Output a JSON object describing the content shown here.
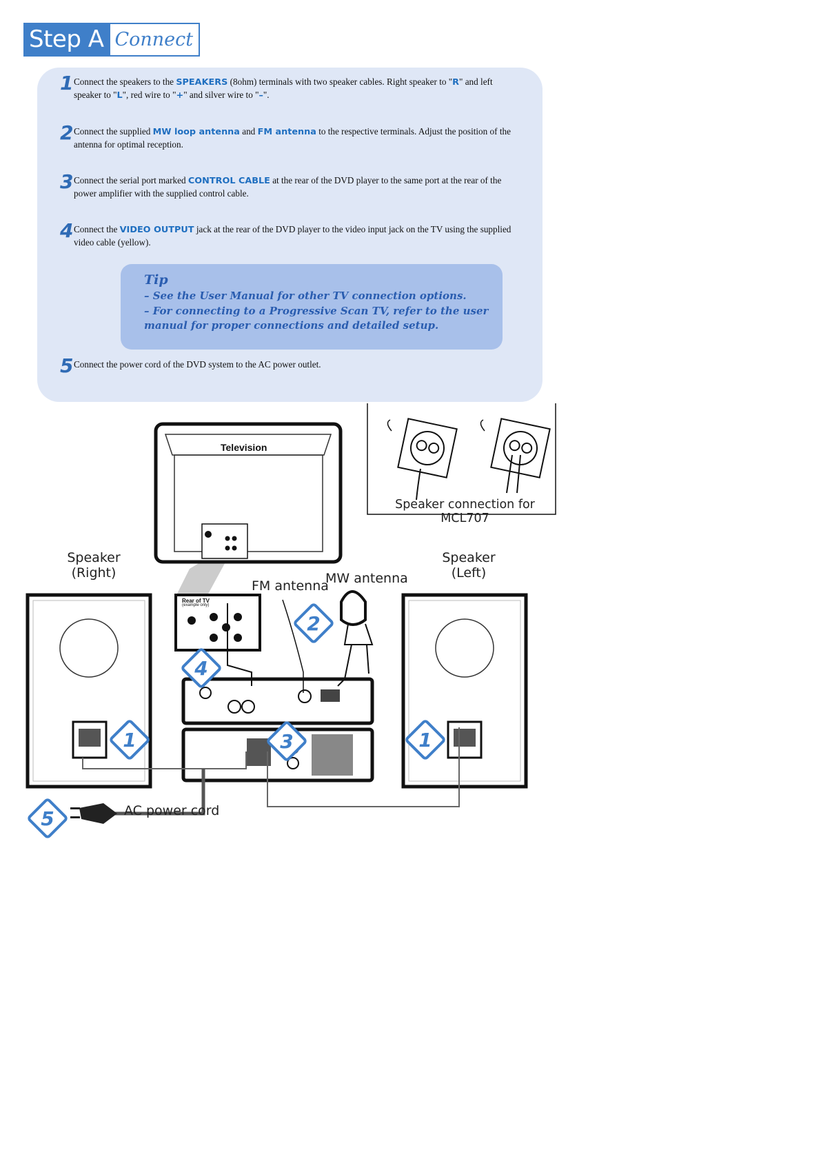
{
  "header": {
    "step": "Step A",
    "title": "Connect"
  },
  "steps": [
    {
      "num": "1",
      "parts": [
        "Connect the speakers to the ",
        "SPEAKERS",
        " (8ohm) terminals with two speaker cables. Right speaker to \"",
        "R",
        "\" and left speaker to \"",
        "L",
        "\", red wire to \"",
        "+",
        "\" and silver wire to \"",
        "–",
        "\"."
      ]
    },
    {
      "num": "2",
      "parts": [
        "Connect the supplied ",
        "MW loop antenna",
        " and ",
        "FM antenna",
        " to the respective terminals. Adjust the position of the antenna for optimal reception."
      ]
    },
    {
      "num": "3",
      "parts": [
        "Connect the serial port marked ",
        "CONTROL CABLE",
        " at the rear of the DVD player to the same port at the rear of the power amplifier with the supplied control cable."
      ]
    },
    {
      "num": "4",
      "parts": [
        "Connect the ",
        "VIDEO OUTPUT",
        " jack at the rear of the DVD player to the video input jack on the TV using the supplied video cable (yellow)."
      ]
    },
    {
      "num": "5",
      "text": "Connect the power cord of the DVD system to the AC power outlet."
    }
  ],
  "tip": {
    "title": "Tip",
    "line1": "–  See the User Manual for other TV connection options.",
    "line2a": "–  For connecting to a Progressive Scan TV, refer to the user",
    "line2b": "manual for proper connections and detailed setup."
  },
  "diagram": {
    "television": "Television",
    "speaker_connection": "Speaker connection for MCL707",
    "speaker_right_1": "Speaker",
    "speaker_right_2": "(Right)",
    "speaker_left_1": "Speaker",
    "speaker_left_2": "(Left)",
    "fm_antenna": "FM antenna",
    "mw_antenna": "MW antenna",
    "rear_of_tv": "Rear of TV",
    "rear_of_tv_sub": "(example only)",
    "ac_power_cord": "AC power cord",
    "badges": [
      "1",
      "2",
      "3",
      "4",
      "5",
      "1"
    ]
  },
  "colors": {
    "accent": "#3f7fc9",
    "panel": "#dfe7f6",
    "tip": "#a8c0ea",
    "highlight": "#1f6fc0"
  }
}
